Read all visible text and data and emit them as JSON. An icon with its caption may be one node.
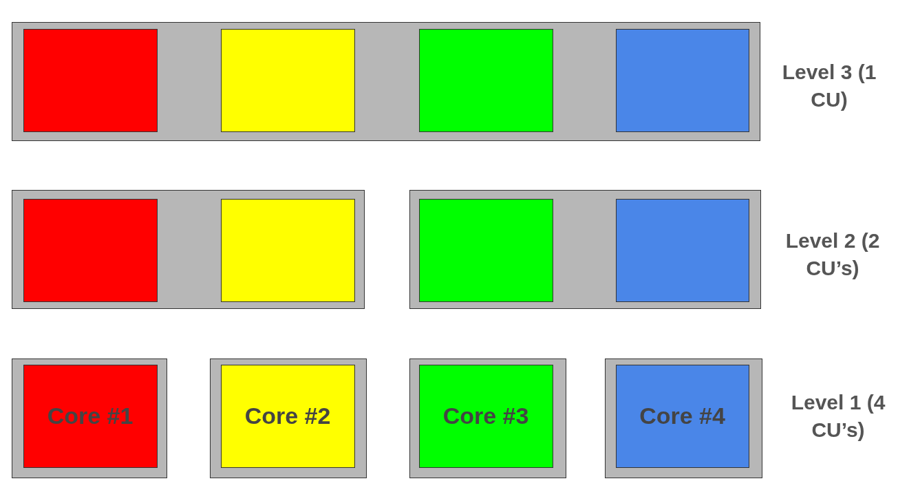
{
  "diagram": {
    "nodes": [
      {
        "text": [],
        "shape": "box"
      },
      {
        "text": [],
        "shape": "box",
        "in": 0
      },
      {
        "text": [],
        "shape": "box",
        "in": 0
      },
      {
        "text": [],
        "shape": "box",
        "in": 0
      },
      {
        "text": [],
        "shape": "box",
        "in": 0
      },
      {
        "text": [],
        "shape": "box"
      },
      {
        "text": [],
        "shape": "box",
        "in": 5
      },
      {
        "text": [],
        "shape": "box",
        "in": 5
      },
      {
        "text": [],
        "shape": "box"
      },
      {
        "text": [],
        "shape": "box",
        "in": 8
      },
      {
        "text": [],
        "shape": "box",
        "in": 8
      },
      {
        "text": [],
        "shape": "box"
      },
      {
        "text": [
          "Core #1"
        ],
        "in": 11
      },
      {
        "text": [],
        "shape": "box"
      },
      {
        "text": [
          "Core #2"
        ],
        "in": 13
      },
      {
        "text": [],
        "shape": "box"
      },
      {
        "text": [
          "Core #3"
        ],
        "in": 15
      },
      {
        "text": [],
        "shape": "box"
      },
      {
        "text": [
          "Core #4"
        ],
        "in": 17
      }
    ],
    "edges": [],
    "labels": [
      "Level 3 (1 CU)",
      "Level 2 (2 CU’s)",
      "Level 1 (4 CU’s)"
    ]
  }
}
